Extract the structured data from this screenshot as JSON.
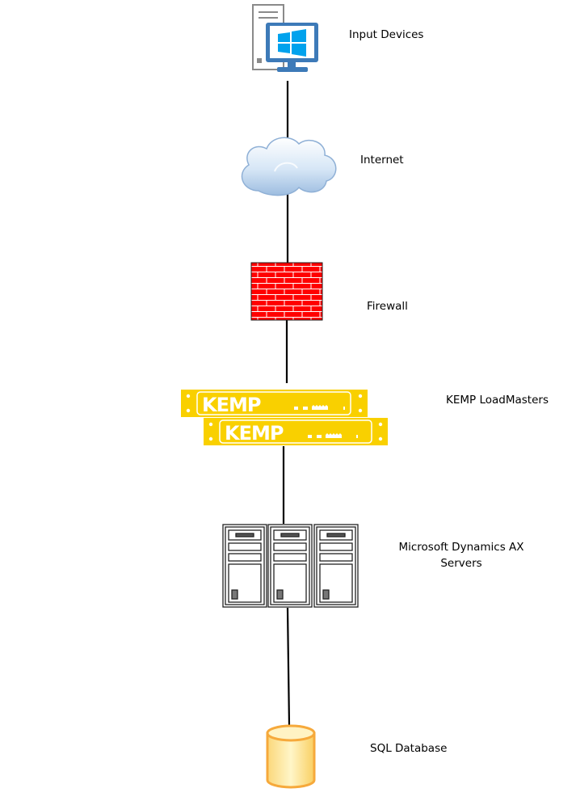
{
  "nodes": {
    "input_devices": {
      "label": "Input Devices",
      "icon": "desktop-computer-icon"
    },
    "internet": {
      "label": "Internet",
      "icon": "cloud-icon"
    },
    "firewall": {
      "label": "Firewall",
      "icon": "brick-wall-icon"
    },
    "loadmasters": {
      "label": "KEMP LoadMasters",
      "icon": "kemp-appliance-icon",
      "logo_text": "KEMP"
    },
    "ax_servers": {
      "label_line1": "Microsoft Dynamics AX",
      "label_line2": "Servers",
      "icon": "tower-server-icon"
    },
    "sql_database": {
      "label": "SQL Database",
      "icon": "database-cylinder-icon"
    }
  },
  "colors": {
    "connector": "#000000",
    "firewall_red": "#ff0000",
    "kemp_yellow": "#f9d000",
    "db_orange": "#f6a93b",
    "monitor_blue": "#3d7ab8",
    "windows_blue": "#00a2ed"
  }
}
